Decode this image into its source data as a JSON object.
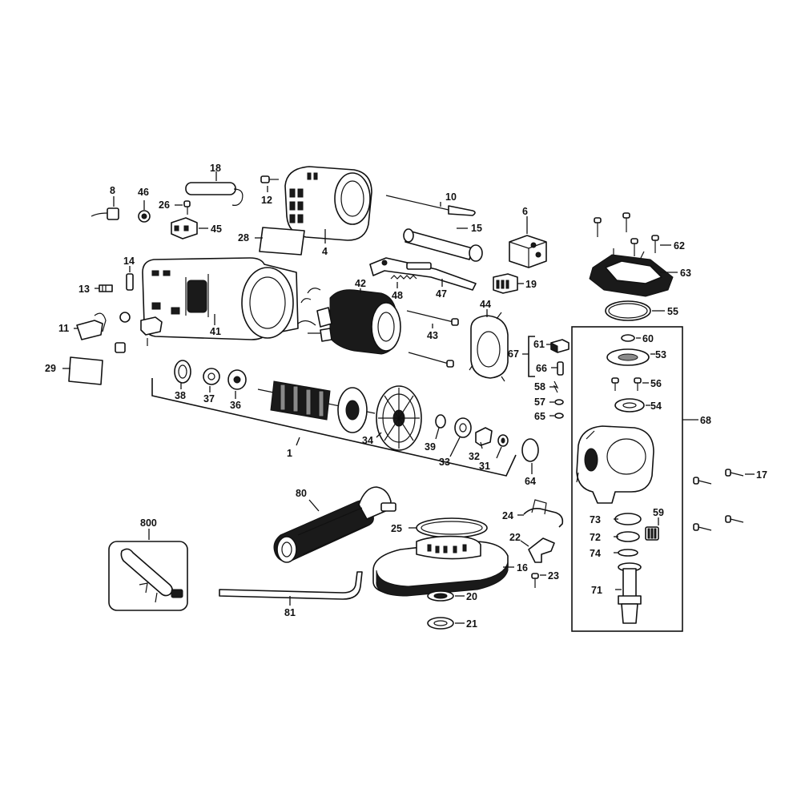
{
  "callouts": {
    "c1": "1",
    "c4": "4",
    "c6": "6",
    "c8": "8",
    "c10": "10",
    "c11": "11",
    "c12": "12",
    "c13": "13",
    "c14": "14",
    "c15": "15",
    "c16": "16",
    "c17": "17",
    "c18": "18",
    "c19": "19",
    "c20": "20",
    "c21": "21",
    "c22": "22",
    "c23": "23",
    "c24": "24",
    "c25": "25",
    "c26": "26",
    "c28": "28",
    "c29": "29",
    "c31": "31",
    "c32": "32",
    "c33": "33",
    "c34": "34",
    "c36": "36",
    "c37": "37",
    "c38": "38",
    "c39": "39",
    "c41": "41",
    "c42": "42",
    "c43": "43",
    "c44": "44",
    "c45": "45",
    "c46": "46",
    "c47": "47",
    "c48": "48",
    "c53": "53",
    "c54": "54",
    "c55": "55",
    "c56": "56",
    "c57": "57",
    "c58": "58",
    "c59": "59",
    "c60": "60",
    "c61": "61",
    "c62": "62",
    "c63": "63",
    "c64": "64",
    "c65": "65",
    "c66": "66",
    "c67": "67",
    "c68": "68",
    "c71": "71",
    "c72": "72",
    "c73": "73",
    "c74": "74",
    "c80": "80",
    "c81": "81",
    "c800": "800"
  }
}
